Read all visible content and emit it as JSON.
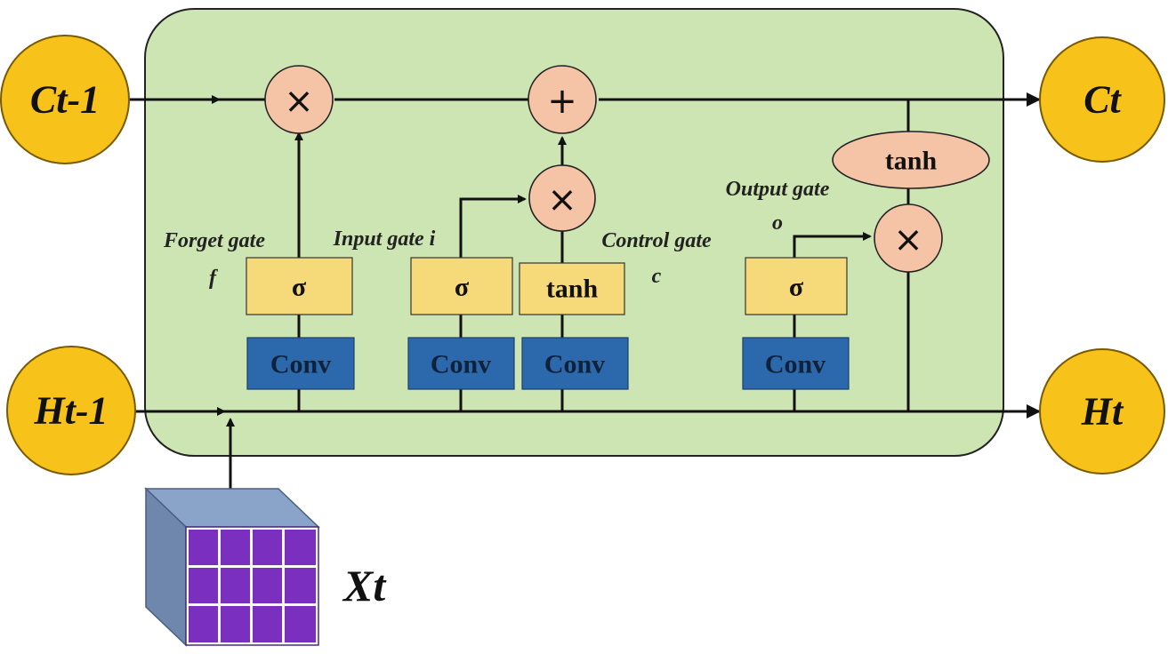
{
  "states": {
    "c_prev": "Ct-1",
    "c_next": "Ct",
    "h_prev": "Ht-1",
    "h_next": "Ht",
    "input": "Xt"
  },
  "operators": {
    "multiply": "×",
    "add": "+"
  },
  "gates": {
    "forget_label": "Forget gate",
    "forget_symbol": "f",
    "input_label": "Input gate i",
    "control_label": "Control gate",
    "control_symbol": "c",
    "output_label": "Output gate",
    "output_symbol": "o"
  },
  "boxes": {
    "sigma": "σ",
    "tanh": "tanh",
    "conv": "Conv"
  },
  "colors": {
    "cell_background": "#cde5b3",
    "state_circle": "#f7c21a",
    "operator_circle": "#f5c3a6",
    "activation_box": "#f6d979",
    "conv_box": "#2b68ac",
    "input_cube": "#7b2fbf"
  }
}
